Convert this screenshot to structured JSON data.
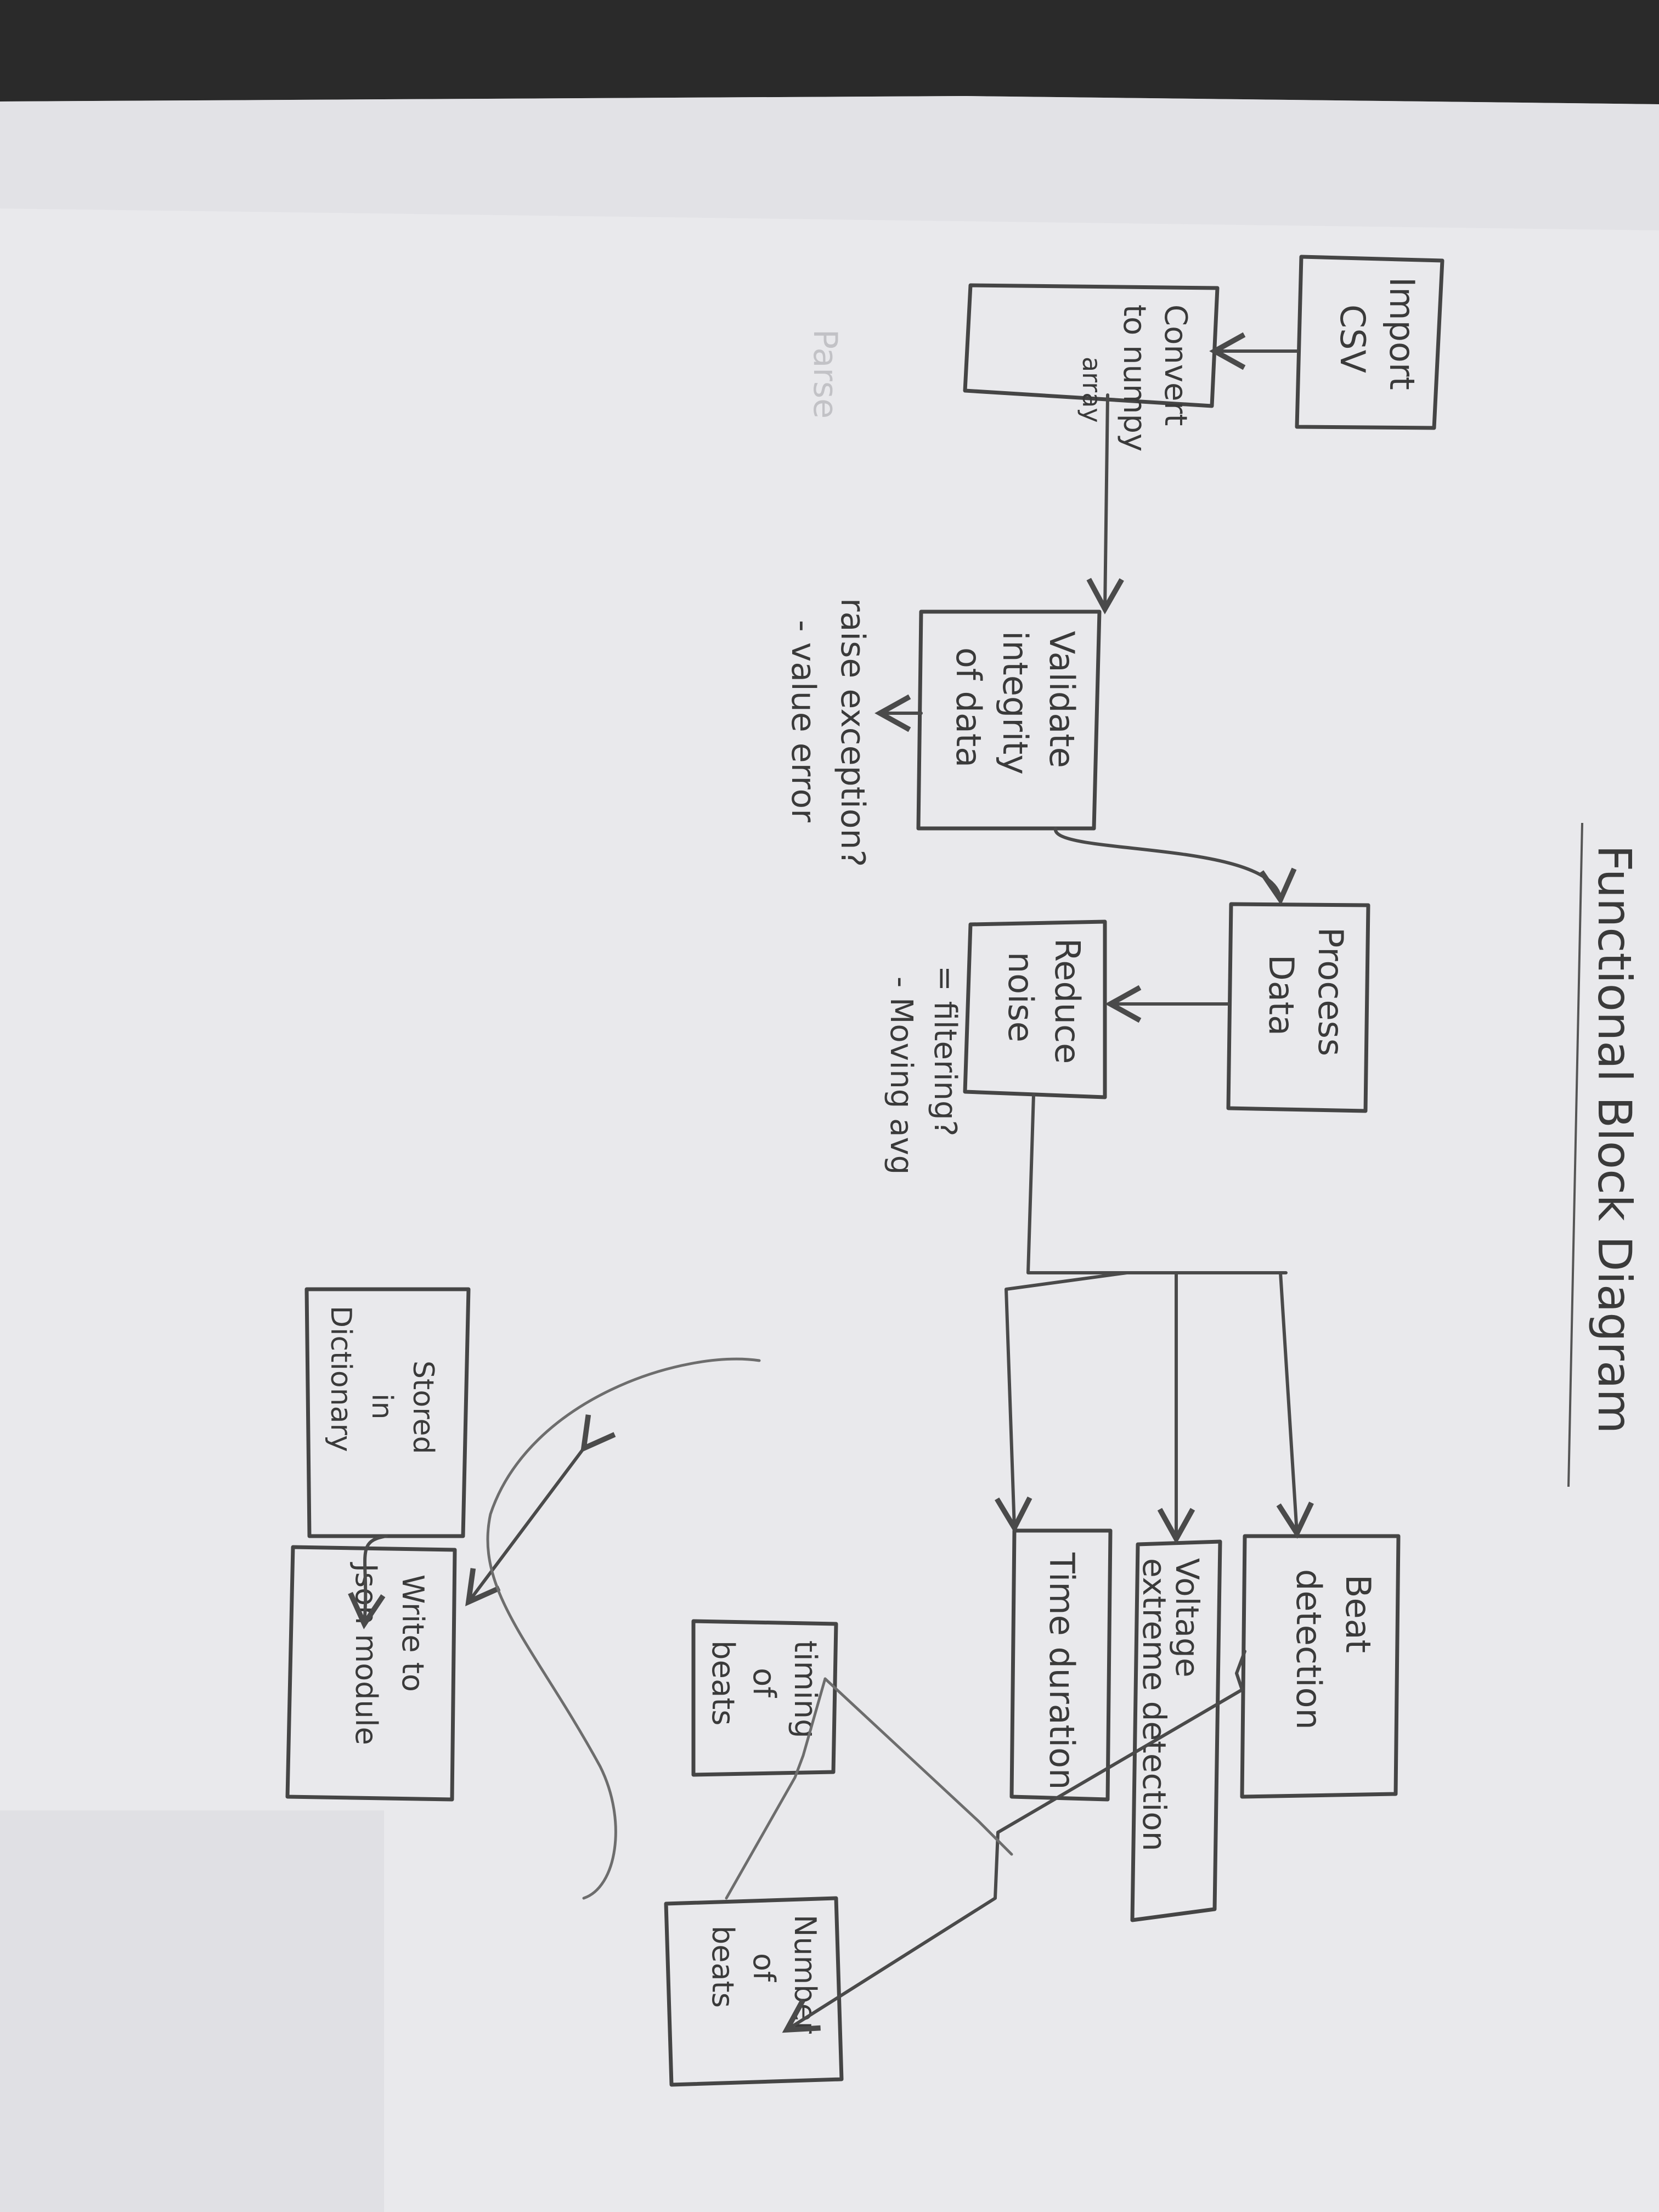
{
  "title": "Functional Block Diagram",
  "faint_text": "Parse",
  "nodes": {
    "import_csv": [
      "Import",
      "CSV"
    ],
    "convert": [
      "Convert",
      "to numpy",
      "array"
    ],
    "validate": [
      "Validate",
      "integrity",
      "of data"
    ],
    "process": [
      "Process",
      "Data"
    ],
    "reduce": [
      "Reduce",
      "noise"
    ],
    "stored": [
      "Stored",
      "in",
      "Dictionary"
    ],
    "write_json": [
      "Write to",
      "Json module"
    ],
    "beat": [
      "Beat",
      "detection"
    ],
    "voltage": [
      "Voltage",
      "extreme detection"
    ],
    "time": [
      "Time duration"
    ],
    "timing": [
      "timing",
      "of",
      "beats"
    ],
    "number": [
      "Number",
      "of",
      "beats"
    ]
  },
  "notes": {
    "raise": [
      "raise exception?",
      "- value error"
    ],
    "filter": [
      "= filtering?",
      "- Moving avg"
    ]
  },
  "colors": {
    "paper": "#e9e9ec",
    "ink": "#3a3a3a",
    "background": "#2a2a2a"
  }
}
